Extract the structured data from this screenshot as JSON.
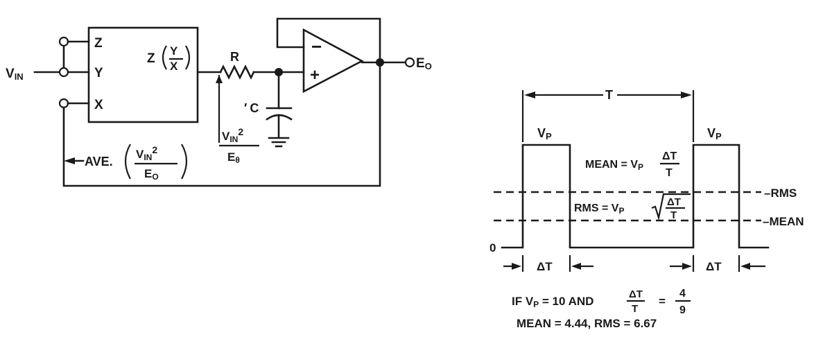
{
  "circuit": {
    "input_label": "V",
    "input_sub": "IN",
    "pins": {
      "z": "Z",
      "y": "Y",
      "x": "X"
    },
    "divider_num": "Y",
    "divider_den": "X",
    "divider_prefix": "Z",
    "resistor": "R",
    "capacitor": "C",
    "opamp_minus": "−",
    "opamp_plus": "+",
    "output_label": "E",
    "output_sub": "O",
    "node_v": "V",
    "node_sub": "IN",
    "node_exp": "2",
    "node_den": "E",
    "node_den_sub": "θ",
    "feedback_label": "AVE.",
    "feedback_num": "V",
    "feedback_num_sub": "IN",
    "feedback_num_exp": "2",
    "feedback_den": "E",
    "feedback_den_sub": "O"
  },
  "waveform": {
    "period": "T",
    "peak1": "V",
    "peak1_sub": "P",
    "peak2": "V",
    "peak2_sub": "P",
    "mean_formula_prefix": "MEAN = V",
    "mean_formula_sub": "P",
    "mean_num": "ΔT",
    "mean_den": "T",
    "rms_formula_prefix": "RMS = V",
    "rms_formula_sub": "P",
    "rms_num": "ΔT",
    "rms_den": "T",
    "rms_label": "RMS",
    "mean_label": "MEAN",
    "zero_label": "0",
    "dt1": "ΔT",
    "dt2": "ΔT",
    "cond_if": "IF  V",
    "cond_sub": "P",
    "cond_mid": " = 10 AND ",
    "cond_frac_num": "ΔT",
    "cond_frac_den": "T",
    "cond_eq": "=",
    "cond_val_num": "4",
    "cond_val_den": "9",
    "result": "MEAN = 4.44, RMS = 6.67"
  }
}
